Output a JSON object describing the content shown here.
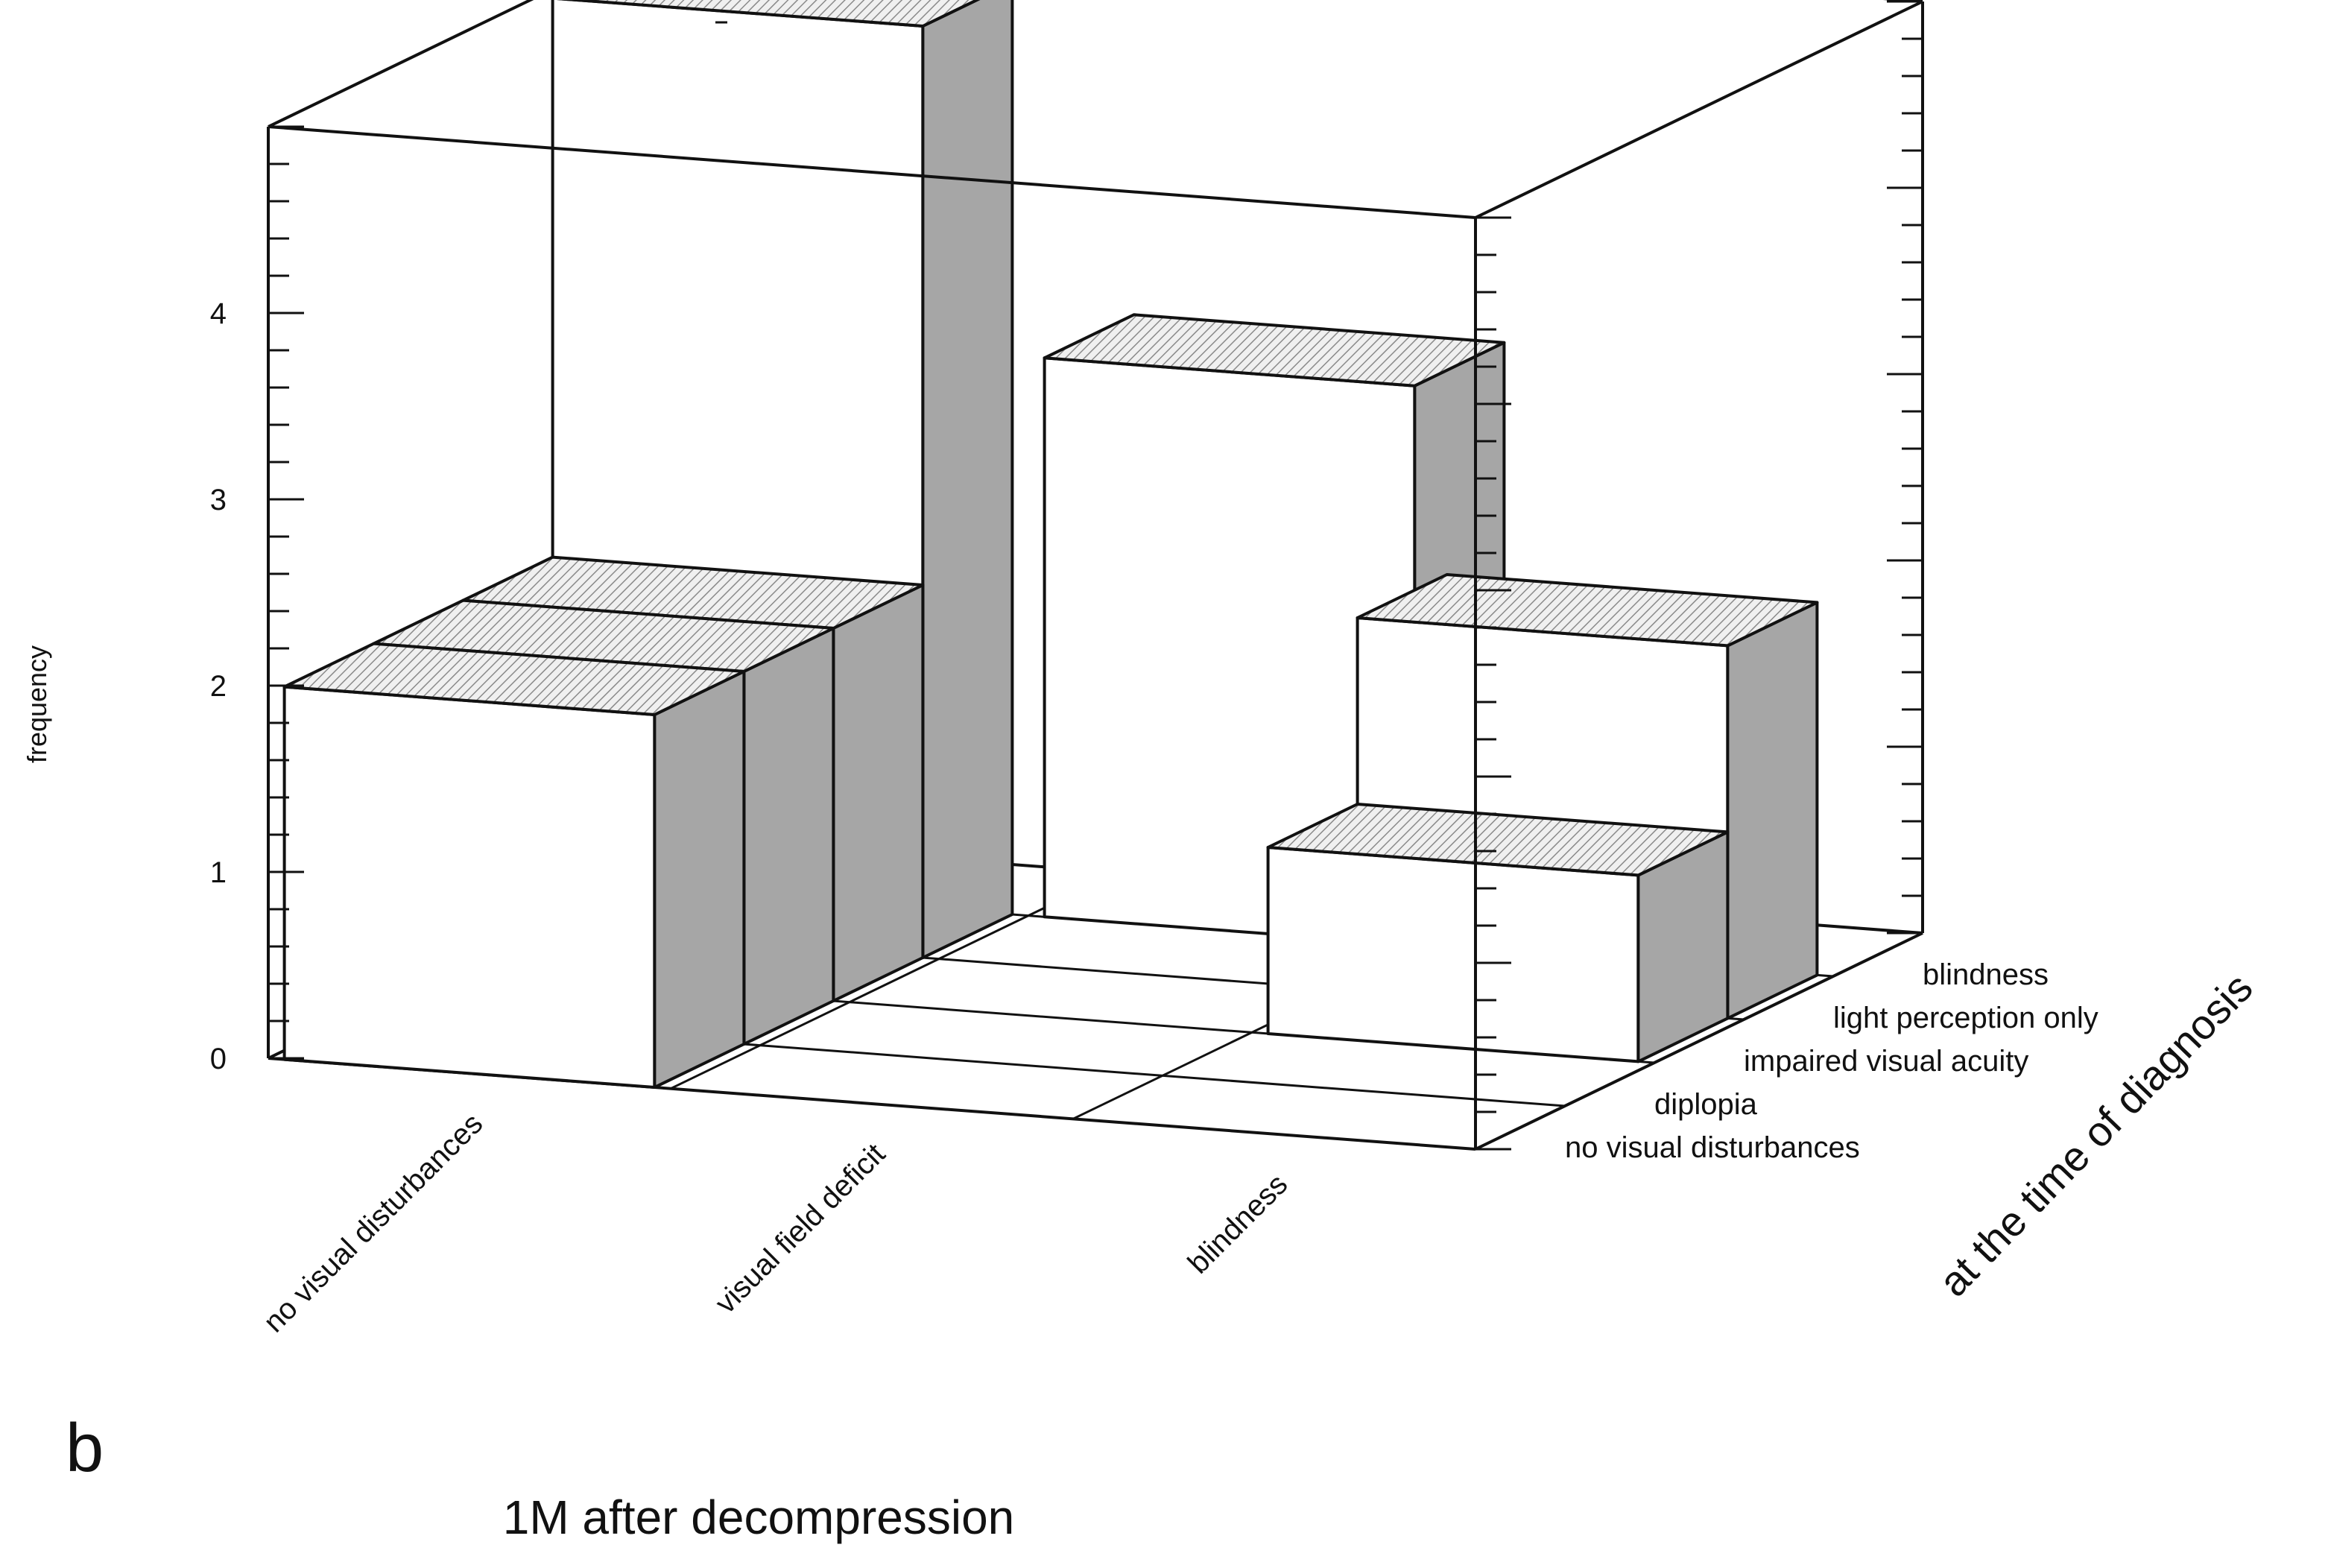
{
  "panel_label": "b",
  "chart_data": {
    "type": "bar3d",
    "ylabel": "frequency",
    "x_axis_label": "1M after decompression",
    "z_axis_label": "at the time of diagnosis",
    "x_categories": [
      "no visual disturbances",
      "visual field deficit",
      "blindness"
    ],
    "z_categories": [
      "no visual disturbances",
      "diplopia",
      "impaired visual acuity",
      "light perception only",
      "blindness"
    ],
    "ylim": [
      0,
      5
    ],
    "y_ticks": [
      0,
      1,
      2,
      3,
      4
    ],
    "y_tick_labels": [
      "0",
      "1",
      "2",
      "3",
      "4"
    ],
    "bars": [
      {
        "x": "no visual disturbances",
        "z": "no visual disturbances",
        "value": 2
      },
      {
        "x": "no visual disturbances",
        "z": "diplopia",
        "value": 2
      },
      {
        "x": "no visual disturbances",
        "z": "impaired visual acuity",
        "value": 2
      },
      {
        "x": "no visual disturbances",
        "z": "light perception only",
        "value": 5
      },
      {
        "x": "visual field deficit",
        "z": "blindness",
        "value": 3
      },
      {
        "x": "blindness",
        "z": "impaired visual acuity",
        "value": 1
      },
      {
        "x": "blindness",
        "z": "light perception only",
        "value": 2
      }
    ],
    "colors": {
      "front": "#ffffff",
      "side": "#a6a6a6",
      "top": "#e6e6e6",
      "edge": "#111111"
    }
  }
}
